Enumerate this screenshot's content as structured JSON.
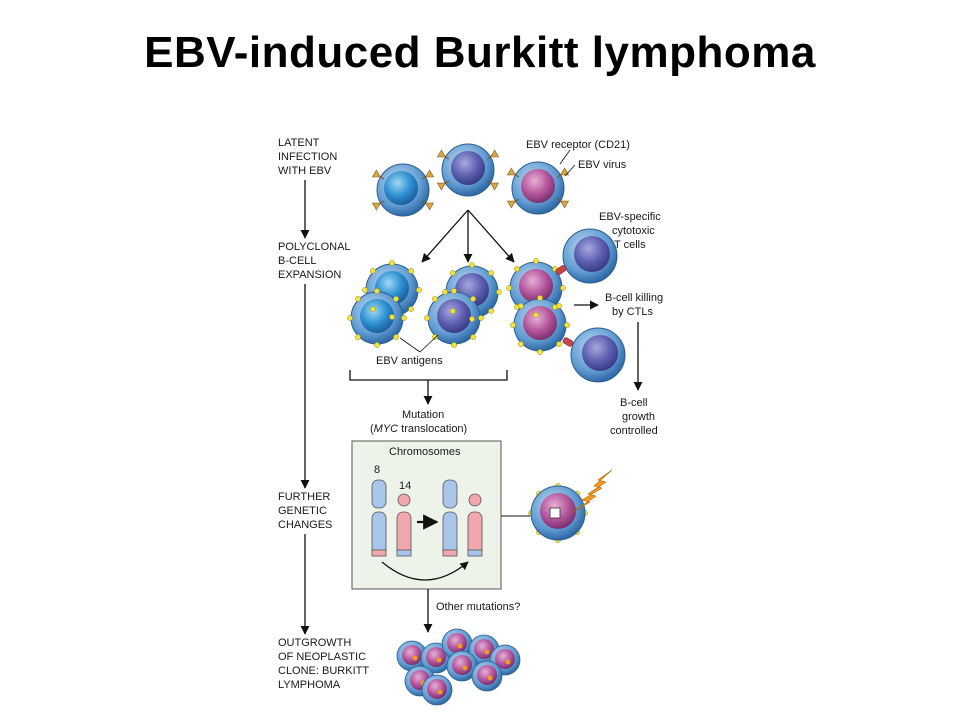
{
  "title": "EBV-induced Burkitt lymphoma",
  "stages": {
    "latent": [
      "LATENT",
      "INFECTION",
      "WITH EBV"
    ],
    "polyclonal": [
      "POLYCLONAL",
      "B-CELL",
      "EXPANSION"
    ],
    "further": [
      "FURTHER",
      "GENETIC",
      "CHANGES"
    ],
    "outgrowth": [
      "OUTGROWTH",
      "OF NEOPLASTIC",
      "CLONE: BURKITT",
      "LYMPHOMA"
    ]
  },
  "labels": {
    "ebv_receptor": "EBV receptor (CD21)",
    "ebv_virus": "EBV virus",
    "ctl": [
      "EBV-specific",
      "cytotoxic",
      "T cells"
    ],
    "killing": [
      "B-cell killing",
      "by CTLs"
    ],
    "growth": [
      "B-cell",
      "growth",
      "controlled"
    ],
    "ebv_antigens": "EBV antigens",
    "mutation": "Mutation",
    "myc_italic": "MYC",
    "myc_rest": " translocation)",
    "myc_open": "(",
    "chromosomes": "Chromosomes",
    "chr8": "8",
    "chr14": "14",
    "other_mutations": "Other mutations?"
  },
  "colors": {
    "blue_outer": "#4f8fd0",
    "blue_inner": "#2a7fc2",
    "purple_inner": "#5a5fae",
    "pink_inner": "#b9579f",
    "antigen": "#f2e33a",
    "chrom_blue": "#a9c5ea",
    "chrom_pink": "#f2a7ae",
    "box_fill": "#eef3ea",
    "arrow": "#111111"
  }
}
